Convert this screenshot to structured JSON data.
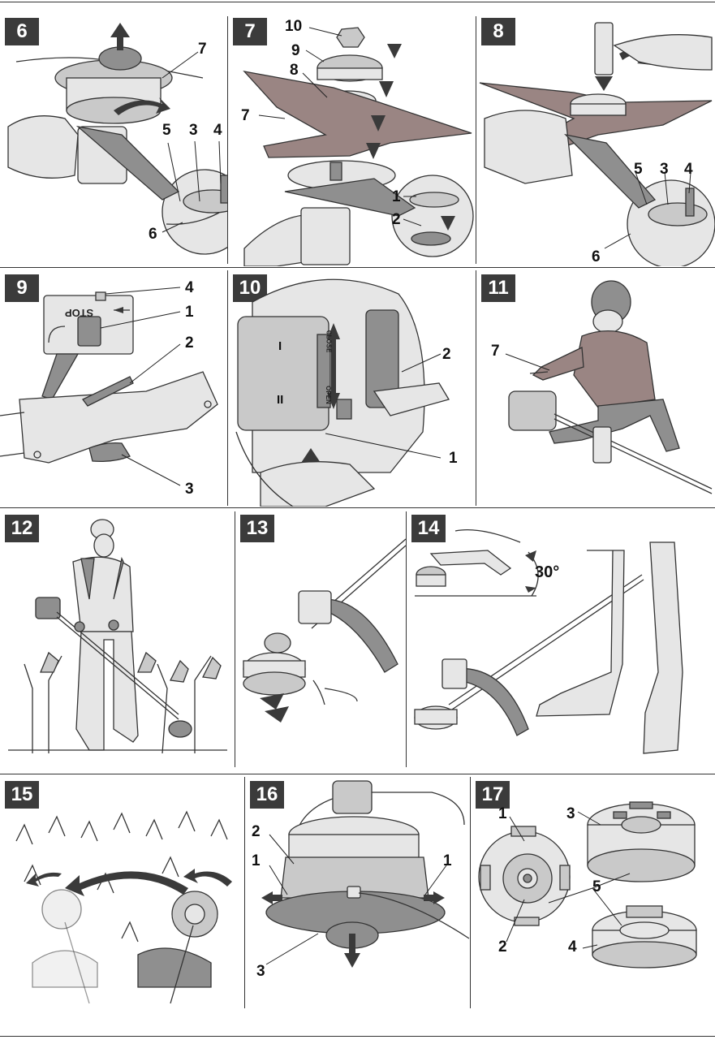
{
  "figures": [
    {
      "number": "6",
      "callouts": [
        "7",
        "5",
        "3",
        "4",
        "6"
      ]
    },
    {
      "number": "7",
      "callouts": [
        "10",
        "9",
        "8",
        "7",
        "1",
        "2"
      ]
    },
    {
      "number": "8",
      "callouts": [
        "5",
        "3",
        "4",
        "6"
      ]
    },
    {
      "number": "9",
      "callouts": [
        "4",
        "1",
        "2",
        "3"
      ],
      "switch_label": "STOP"
    },
    {
      "number": "10",
      "callouts": [
        "2",
        "1"
      ],
      "lever_labels": [
        "CLOSE",
        "OPEN"
      ],
      "choke_marks": [
        "I",
        "II"
      ]
    },
    {
      "number": "11",
      "callouts": [
        "7"
      ]
    },
    {
      "number": "12",
      "callouts": []
    },
    {
      "number": "13",
      "callouts": []
    },
    {
      "number": "14",
      "callouts": [],
      "angle": "30°"
    },
    {
      "number": "15",
      "callouts": []
    },
    {
      "number": "16",
      "callouts": [
        "2",
        "1",
        "1",
        "3"
      ]
    },
    {
      "number": "17",
      "callouts": [
        "1",
        "3",
        "5",
        "2",
        "4"
      ]
    }
  ],
  "colors": {
    "badge": "#3b3b3b",
    "blade": "#9a8583",
    "line": "#333333"
  }
}
